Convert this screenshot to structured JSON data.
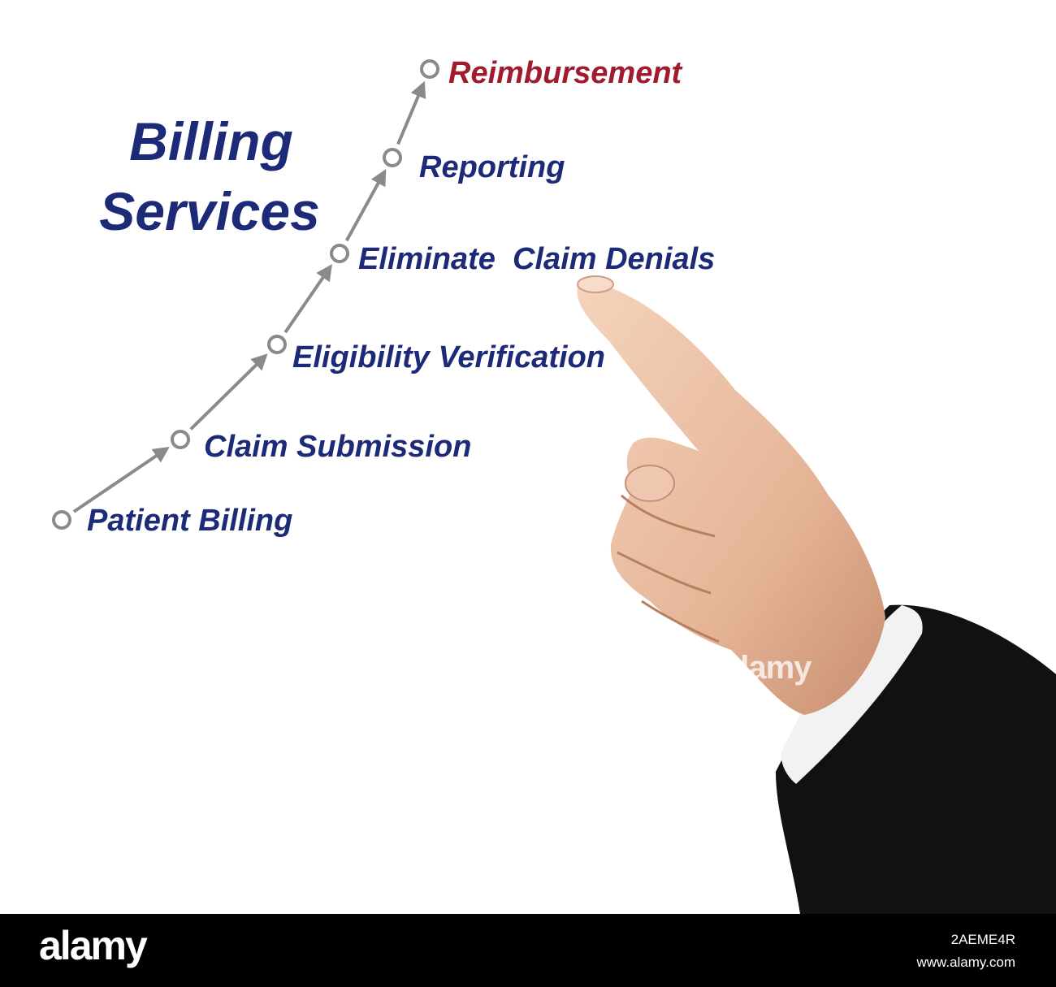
{
  "title": {
    "line1": "Billing",
    "line2": "Services"
  },
  "steps": [
    {
      "label": "Patient Billing"
    },
    {
      "label": "Claim Submission"
    },
    {
      "label": "Eligibility Verification"
    },
    {
      "label": "Eliminate  Claim Denials"
    },
    {
      "label": "Reporting"
    },
    {
      "label": "Reimbursement"
    }
  ],
  "colors": {
    "text": "#1c2a78",
    "highlight": "#a01b2e",
    "connector": "#8a8a8a",
    "background": "#ffffff",
    "footer": "#000000"
  },
  "icons": [
    "step-circle-icon",
    "arrow-icon",
    "pointing-hand-icon"
  ],
  "watermark": {
    "text": "alamy"
  },
  "footer": {
    "logo": "alamy",
    "image_id": "2AEME4R",
    "url": "www.alamy.com"
  }
}
